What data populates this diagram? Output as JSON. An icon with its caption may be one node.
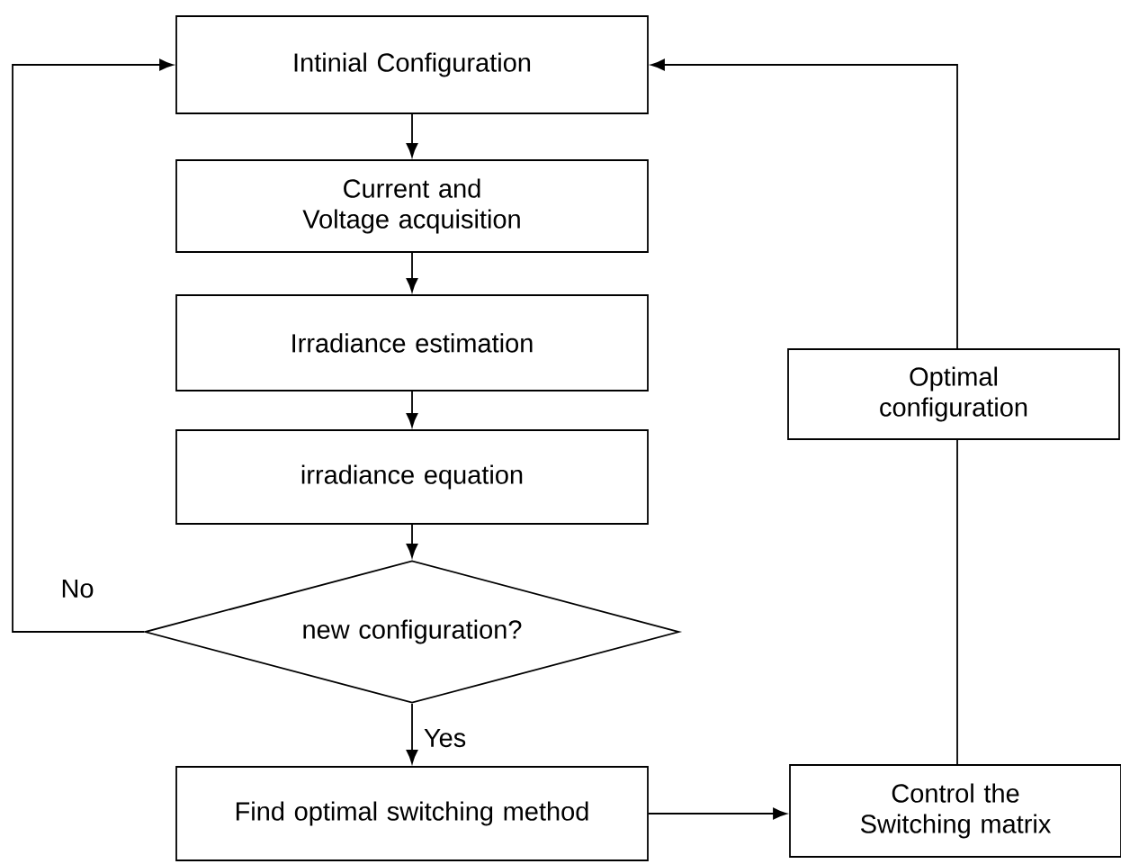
{
  "diagram": {
    "nodes": [
      {
        "text": [
          "Intinial Configuration"
        ]
      },
      {
        "text": [
          "Current and Voltage acquisition"
        ]
      },
      {
        "text": [
          "Irradiance estimation"
        ]
      },
      {
        "text": [
          "irradiance equation"
        ]
      },
      {
        "text": [
          "new configuration?"
        ]
      },
      {
        "text": [
          "Find optimal switching method"
        ]
      },
      {
        "text": [
          "Control the Switching matrix"
        ]
      },
      {
        "text": [
          "Optimal configuration"
        ]
      }
    ],
    "edges": [
      {
        "from": 0,
        "to": 1,
        "arrow": "to"
      },
      {
        "from": 1,
        "to": 2,
        "arrow": "to"
      },
      {
        "from": 2,
        "to": 3,
        "arrow": "to"
      },
      {
        "from": 3,
        "to": 4,
        "arrow": "to"
      },
      {
        "from": 4,
        "to": 5,
        "arrow": "to",
        "label": "Yes"
      },
      {
        "from": 4,
        "to": 0,
        "arrow": "to",
        "label": "No"
      },
      {
        "from": 5,
        "to": 6,
        "arrow": "to"
      },
      {
        "from": 6,
        "to": 7,
        "arrow": "none"
      },
      {
        "from": 7,
        "to": 0,
        "arrow": "to"
      }
    ]
  }
}
